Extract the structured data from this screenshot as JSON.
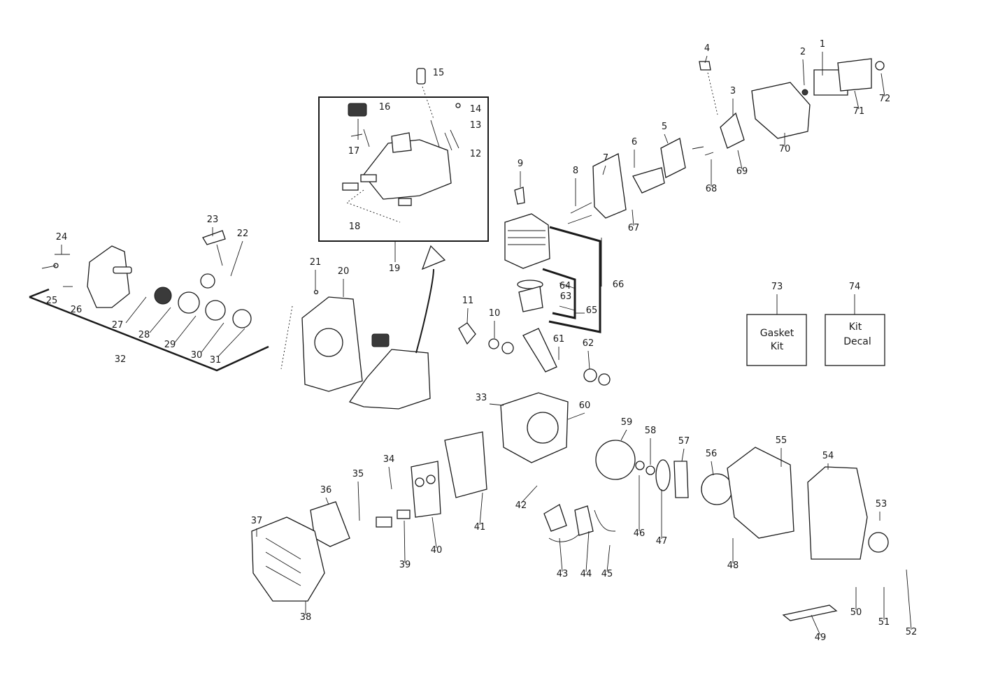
{
  "part_numbers": [
    "1",
    "2",
    "3",
    "4",
    "5",
    "6",
    "7",
    "8",
    "9",
    "10",
    "11",
    "12",
    "13",
    "14",
    "15",
    "16",
    "17",
    "18",
    "19",
    "20",
    "21",
    "22",
    "23",
    "24",
    "25",
    "26",
    "27",
    "28",
    "29",
    "30",
    "31",
    "32",
    "33",
    "34",
    "35",
    "36",
    "37",
    "38",
    "39",
    "40",
    "41",
    "42",
    "43",
    "44",
    "45",
    "46",
    "47",
    "48",
    "49",
    "50",
    "51",
    "52",
    "53",
    "54",
    "55",
    "56",
    "57",
    "58",
    "59",
    "60",
    "61",
    "62",
    "63",
    "64",
    "65",
    "66",
    "67",
    "68",
    "69",
    "70",
    "71",
    "72",
    "73",
    "74"
  ],
  "kits": {
    "gasket": [
      "Gasket",
      "Kit"
    ],
    "decal": [
      "Kit",
      "Decal"
    ]
  }
}
